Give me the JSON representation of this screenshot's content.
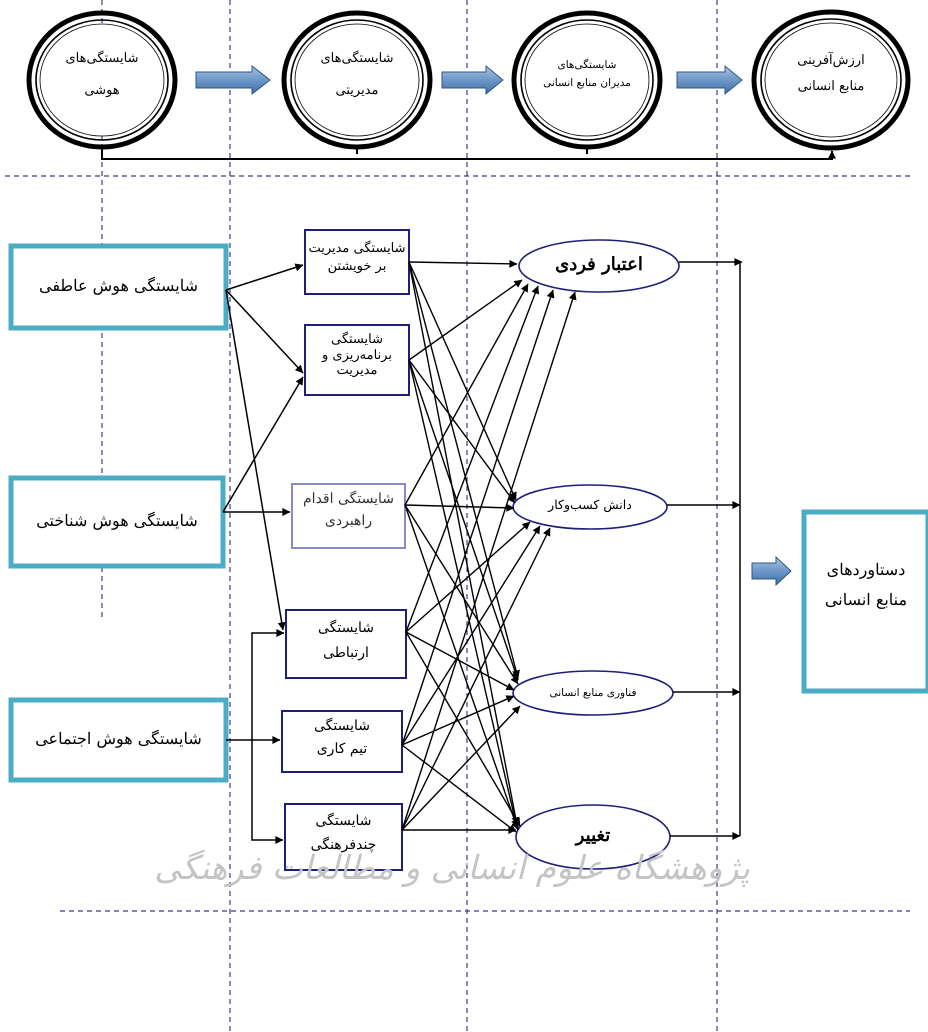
{
  "top_row": {
    "stage1": [
      "شایستگی‌های",
      "هوشی"
    ],
    "stage2": [
      "شایستگی‌های",
      "مدیریتی"
    ],
    "stage3": [
      "شایستگی‌های",
      "مدیران منابع انسانی"
    ],
    "stage4": [
      "ارزش‌آفرینی",
      "منابع انسانی"
    ]
  },
  "intelligence": {
    "emotional": "شایستگی  هوش عاطفی",
    "cognitive": "شایستگی هوش شناختی",
    "social": "شایستگی هوش اجتماعی"
  },
  "managerial": {
    "self_management": [
      "شایستگی مدیریت",
      "بر خویشتن"
    ],
    "planning": [
      "شایستگی",
      "برنامه‌ریزی و",
      "مدیریت"
    ],
    "strategic": [
      "شایستگی اقدام",
      "راهبردی"
    ],
    "communication": [
      "شایستگی",
      "ارتباطی"
    ],
    "teamwork": [
      "شایستگی",
      "تیم کاری"
    ],
    "multicultural": [
      "شایستگی",
      "چندفرهنگی"
    ]
  },
  "hr_manager": {
    "credibility": "اعتبار فردی",
    "business_knowledge": "دانش کسب‌وکار",
    "hr_technology": "فناوری منابع انسانی",
    "change": "تغییر"
  },
  "outcome": [
    "دستاوردهای",
    "منابع انسانی"
  ],
  "watermark": "پژوهشگاه علوم انسانی و مطالعات فرهنگی",
  "colors": {
    "teal_border": "#4bacc6",
    "navy_border": "#1f1f7a",
    "light_navy_border": "#8a8ac8",
    "dashed_line": "#3b3b8c",
    "arrow_fill": "#6d97c7"
  }
}
